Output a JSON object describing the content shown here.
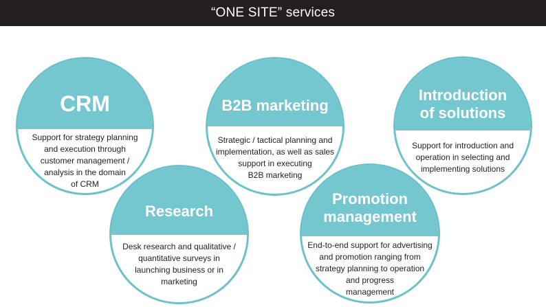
{
  "header": {
    "title": "“ONE SITE” services"
  },
  "services": {
    "crm": {
      "title": "CRM",
      "description": "Support for strategy planning\nand execution through\ncustomer management /\nanalysis in the domain\nof CRM"
    },
    "b2b": {
      "title": "B2B marketing",
      "description": "Strategic / tactical planning and\nimplementation, as well as sales\nsupport in  executing\nB2B marketing"
    },
    "intro": {
      "title": "Introduction\nof solutions",
      "description": "Support for introduction and\noperation in selecting and\nimplementing solutions"
    },
    "research": {
      "title": "Research",
      "description": "Desk research and qualitative /\nquantitative surveys in\nlaunching business or in\nmarketing"
    },
    "promotion": {
      "title": "Promotion\nmanagement",
      "description": "End-to-end support for advertising\nand promotion ranging from\nstrategy planning to operation\nand progress\nmanagement"
    }
  },
  "colors": {
    "header_bg": "#231f20",
    "circle_fill": "#74c6cf",
    "circle_border": "#6bc2cb"
  }
}
